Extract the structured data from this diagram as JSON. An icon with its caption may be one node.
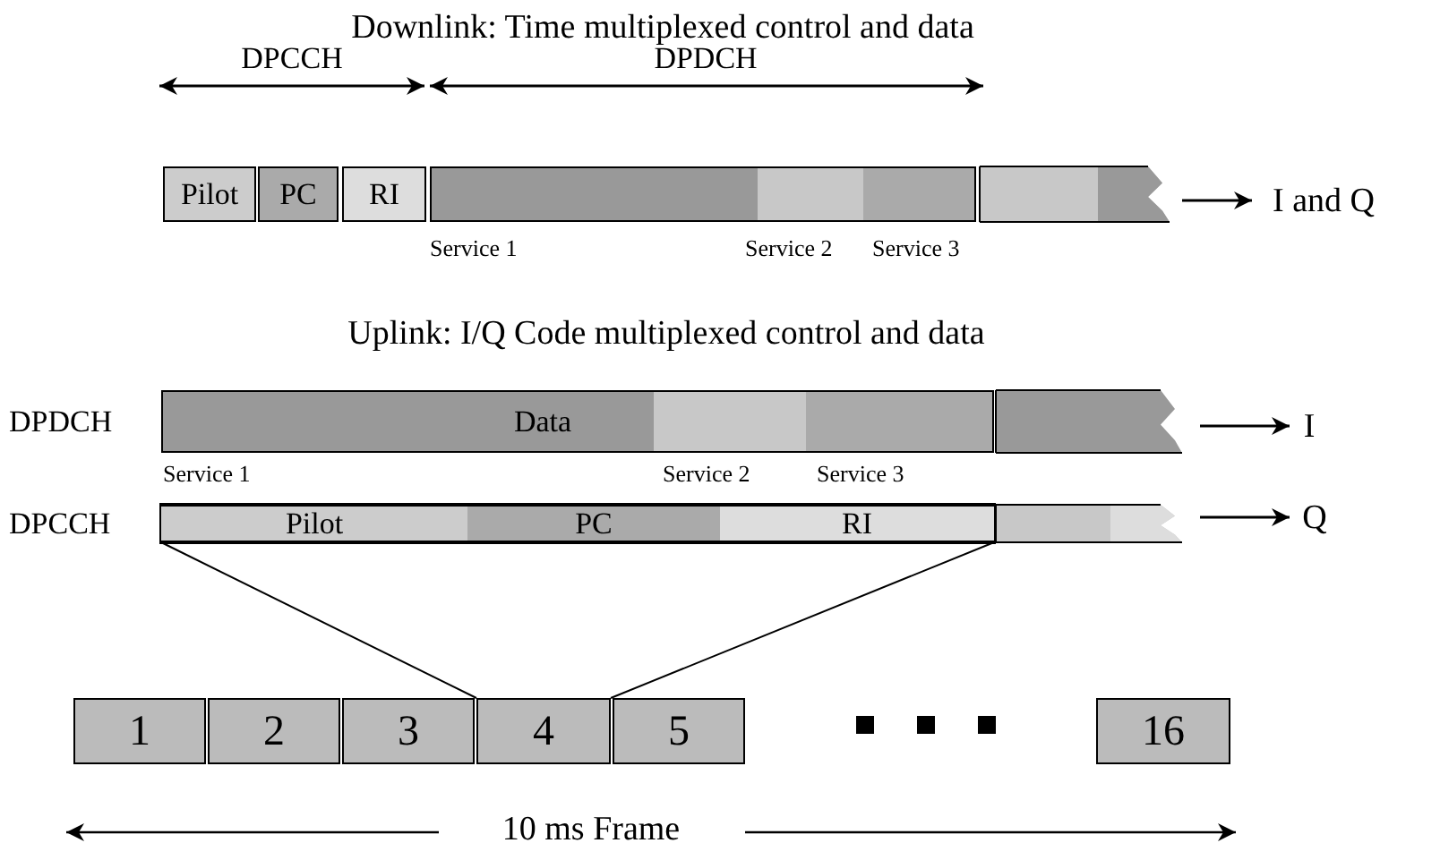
{
  "diagram": {
    "nodes": [
      {
        "text": [
          "Pilot"
        ]
      },
      {
        "text": [
          "PC"
        ]
      },
      {
        "text": [
          "RI"
        ]
      },
      {
        "text": [],
        "shape": "bar"
      },
      {
        "text": [],
        "shape": "bar"
      },
      {
        "text": [],
        "shape": "bar"
      },
      {
        "text": [],
        "shape": "bar"
      },
      {
        "text": [
          "I and Q"
        ]
      },
      {
        "text": [
          "Data"
        ]
      },
      {
        "text": [],
        "shape": "bar"
      },
      {
        "text": [],
        "shape": "bar"
      },
      {
        "text": [],
        "shape": "bar"
      },
      {
        "text": [
          "I"
        ]
      },
      {
        "text": [],
        "shape": "bar"
      },
      {
        "text": [
          "Pilot"
        ],
        "in": 13
      },
      {
        "text": [
          "PC"
        ],
        "in": 13
      },
      {
        "text": [
          "RI"
        ],
        "in": 13
      },
      {
        "text": [],
        "shape": "bar"
      },
      {
        "text": [
          "Q"
        ]
      },
      {
        "text": [
          "1"
        ]
      },
      {
        "text": [
          "2"
        ]
      },
      {
        "text": [
          "3"
        ]
      },
      {
        "text": [
          "4"
        ]
      },
      {
        "text": [
          "5"
        ]
      },
      {
        "text": [
          "16"
        ]
      }
    ],
    "edges": [
      {
        "from": null,
        "to": 7,
        "arrow": "to"
      },
      {
        "from": null,
        "to": 12,
        "arrow": "to"
      },
      {
        "from": null,
        "to": 18,
        "arrow": "to"
      },
      {
        "from": 13,
        "to": 22,
        "arrow": "none"
      },
      {
        "from": 13,
        "to": 22,
        "arrow": "none"
      }
    ],
    "labels": [
      "Downlink: Time multiplexed control and data",
      "DPCCH",
      "DPDCH",
      "Service 1",
      "Service 2",
      "Service 3",
      "Uplink: I/Q Code multiplexed control and data",
      "DPDCH",
      "Service 1",
      "Service 2",
      "Service 3",
      "DPCCH",
      "10 ms Frame"
    ]
  }
}
